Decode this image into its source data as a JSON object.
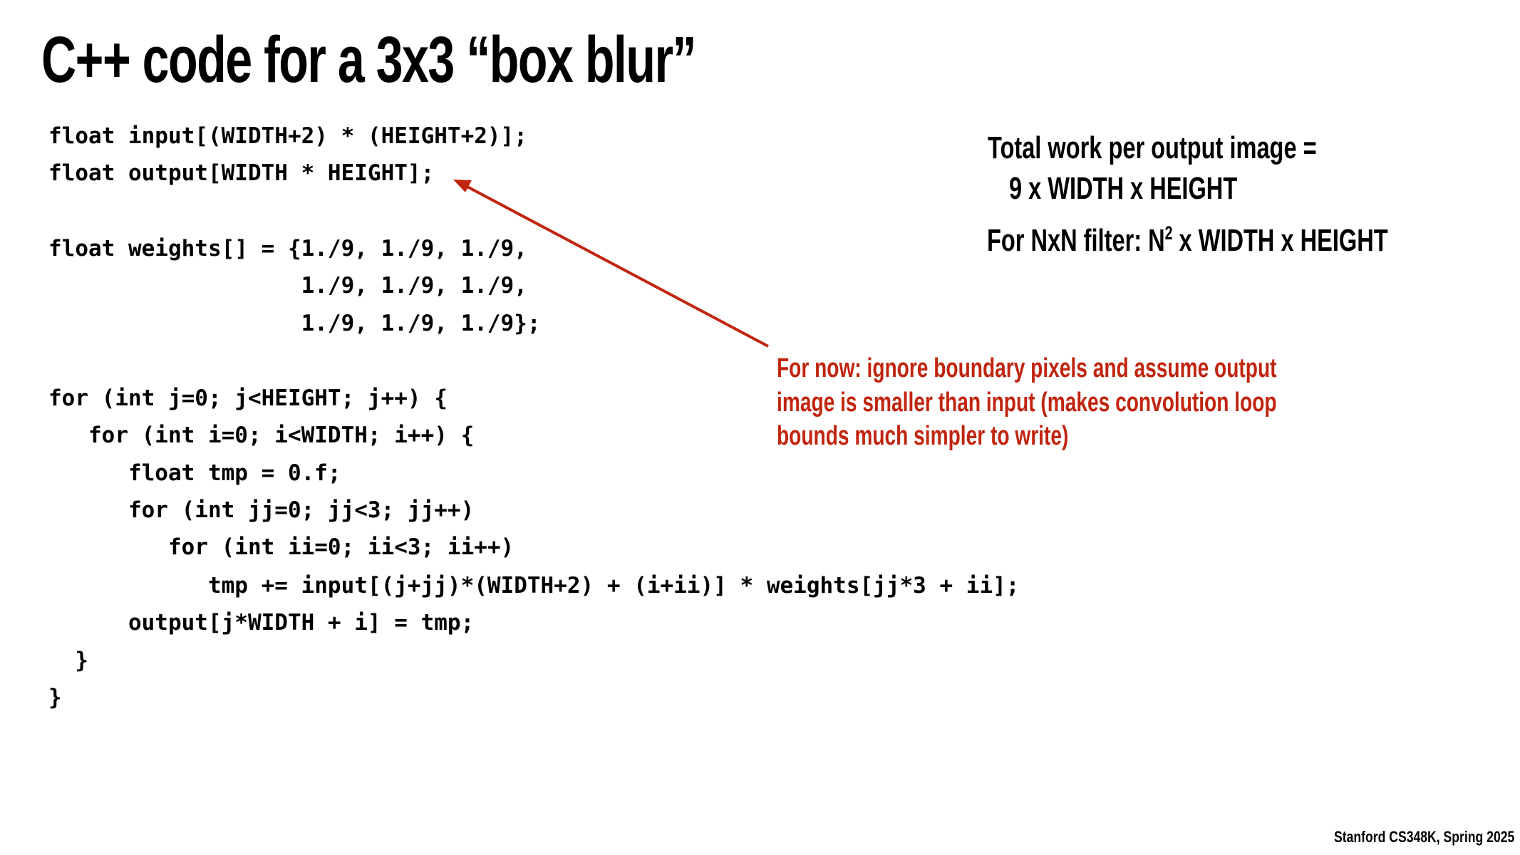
{
  "title": "C++ code for a 3x3 “box blur”",
  "code_lines": [
    "float input[(WIDTH+2) * (HEIGHT+2)];",
    "float output[WIDTH * HEIGHT];",
    "float weights[] = {1./9, 1./9, 1./9,",
    "                   1./9, 1./9, 1./9,",
    "                   1./9, 1./9, 1./9};",
    "for (int j=0; j<HEIGHT; j++) {",
    "   for (int i=0; i<WIDTH; i++) {",
    "      float tmp = 0.f;",
    "      for (int jj=0; jj<3; jj++)",
    "         for (int ii=0; ii<3; ii++)",
    "            tmp += input[(j+jj)*(WIDTH+2) + (i+ii)] * weights[jj*3 + ii];",
    "      output[j*WIDTH + i] = tmp;",
    "  }",
    "}"
  ],
  "work": {
    "line1": "Total work per output image =",
    "line2": "9 x WIDTH x HEIGHT",
    "nxn_prefix": "For NxN filter:  N",
    "nxn_sup": "2",
    "nxn_suffix": " x WIDTH x HEIGHT"
  },
  "annotation": {
    "lines": [
      "For now: ignore boundary pixels and assume output",
      "image is smaller than input (makes convolution loop",
      "bounds much simpler to write)"
    ],
    "color": "#c1250f"
  },
  "footer": "Stanford CS348K, Spring 2025"
}
